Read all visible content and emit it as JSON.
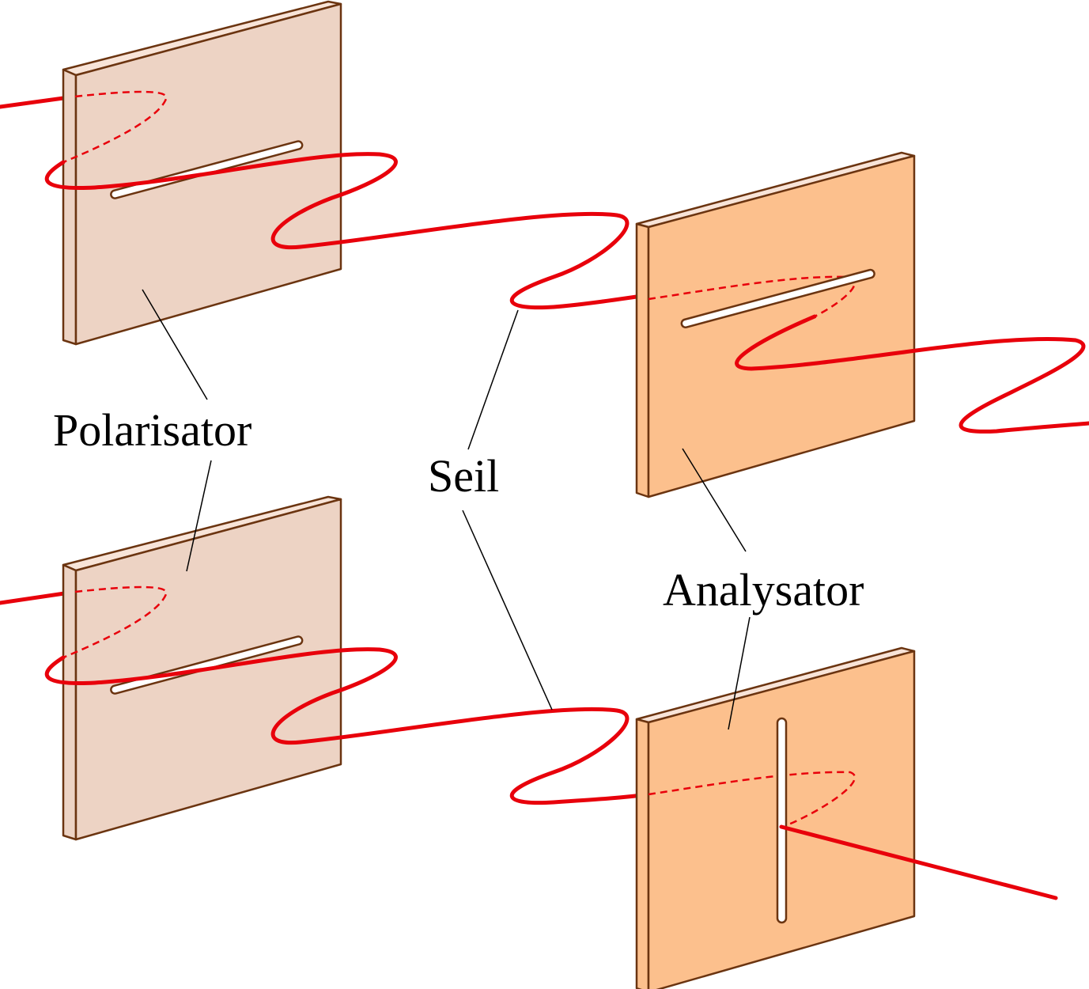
{
  "labels": {
    "polarizer": "Polarisator",
    "rope": "Seil",
    "analyzer": "Analysator"
  },
  "colors": {
    "polarizer_face": "#edd3c4",
    "analyzer_face": "#fcc08d",
    "plate_edge": "#6b3410",
    "plate_rim": "#f8e4d8",
    "rope": "#e8000b"
  },
  "scenes": [
    {
      "name": "parallel",
      "analyzer_slot": "horizontal",
      "wave_passes": true
    },
    {
      "name": "crossed",
      "analyzer_slot": "vertical",
      "wave_passes": false
    }
  ]
}
